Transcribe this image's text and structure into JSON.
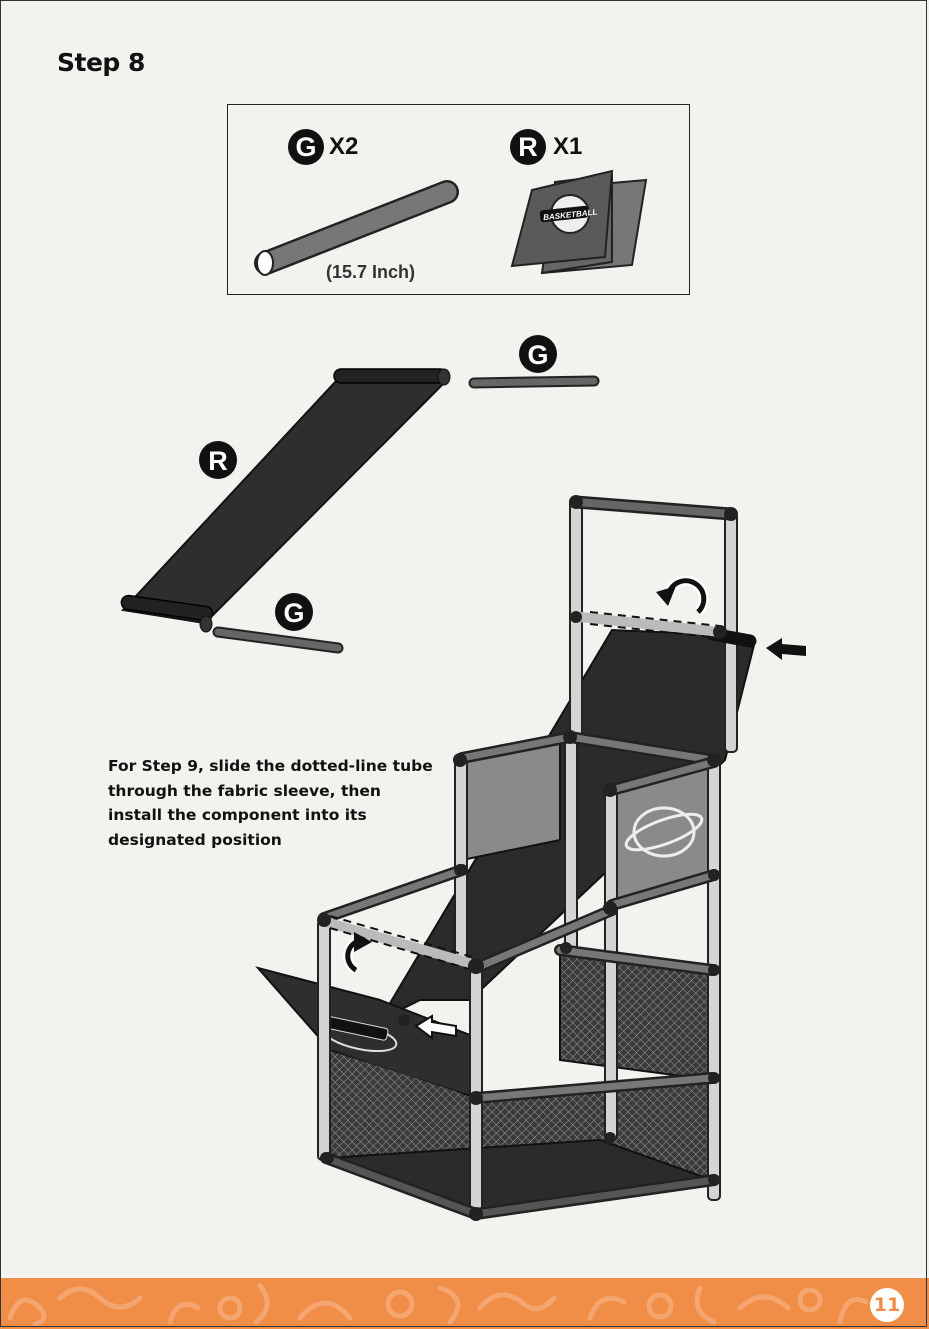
{
  "step": {
    "title": "Step 8"
  },
  "parts": [
    {
      "code": "G",
      "quantity": "X2",
      "length": "(15.7 Inch)",
      "icon": "tube-icon"
    },
    {
      "code": "R",
      "quantity": "X1",
      "icon": "fabric-sheet-icon",
      "logo_text": "BASKETBALL"
    }
  ],
  "diagram_labels": {
    "sheet": "R",
    "tube_top": "G",
    "tube_bottom": "G"
  },
  "instruction": {
    "lines": [
      "For Step 9, slide the dotted-line tube",
      "through the fabric sleeve, then",
      "install the component into its",
      "designated position"
    ]
  },
  "footer": {
    "page_number": "11",
    "color": "#f08e48"
  }
}
